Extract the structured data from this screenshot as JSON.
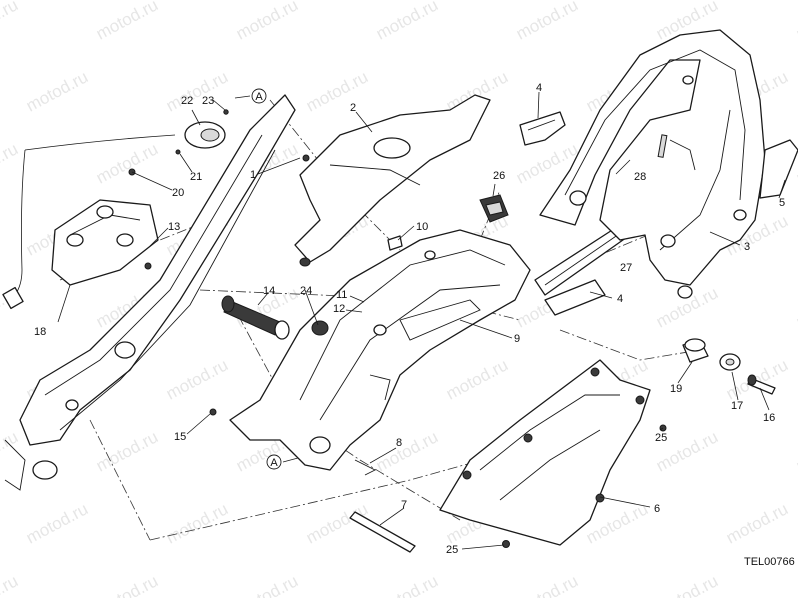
{
  "watermark_text": "motod.ru",
  "reference_code": "TEL00766",
  "reference_marker": "A",
  "part_labels": {
    "p1": "1",
    "p2": "2",
    "p3": "3",
    "p4a": "4",
    "p4b": "4",
    "p5": "5",
    "p6": "6",
    "p7": "7",
    "p8": "8",
    "p9": "9",
    "p10": "10",
    "p11": "11",
    "p12": "12",
    "p13": "13",
    "p14": "14",
    "p15": "15",
    "p16": "16",
    "p17": "17",
    "p18": "18",
    "p19": "19",
    "p20": "20",
    "p21": "21",
    "p22": "22",
    "p23": "23",
    "p24": "24",
    "p25a": "25",
    "p25b": "25",
    "p26": "26",
    "p27": "27",
    "p28": "28"
  },
  "colors": {
    "line": "#1a1a1a",
    "watermark": "#d2d2d2",
    "background": "#ffffff"
  }
}
